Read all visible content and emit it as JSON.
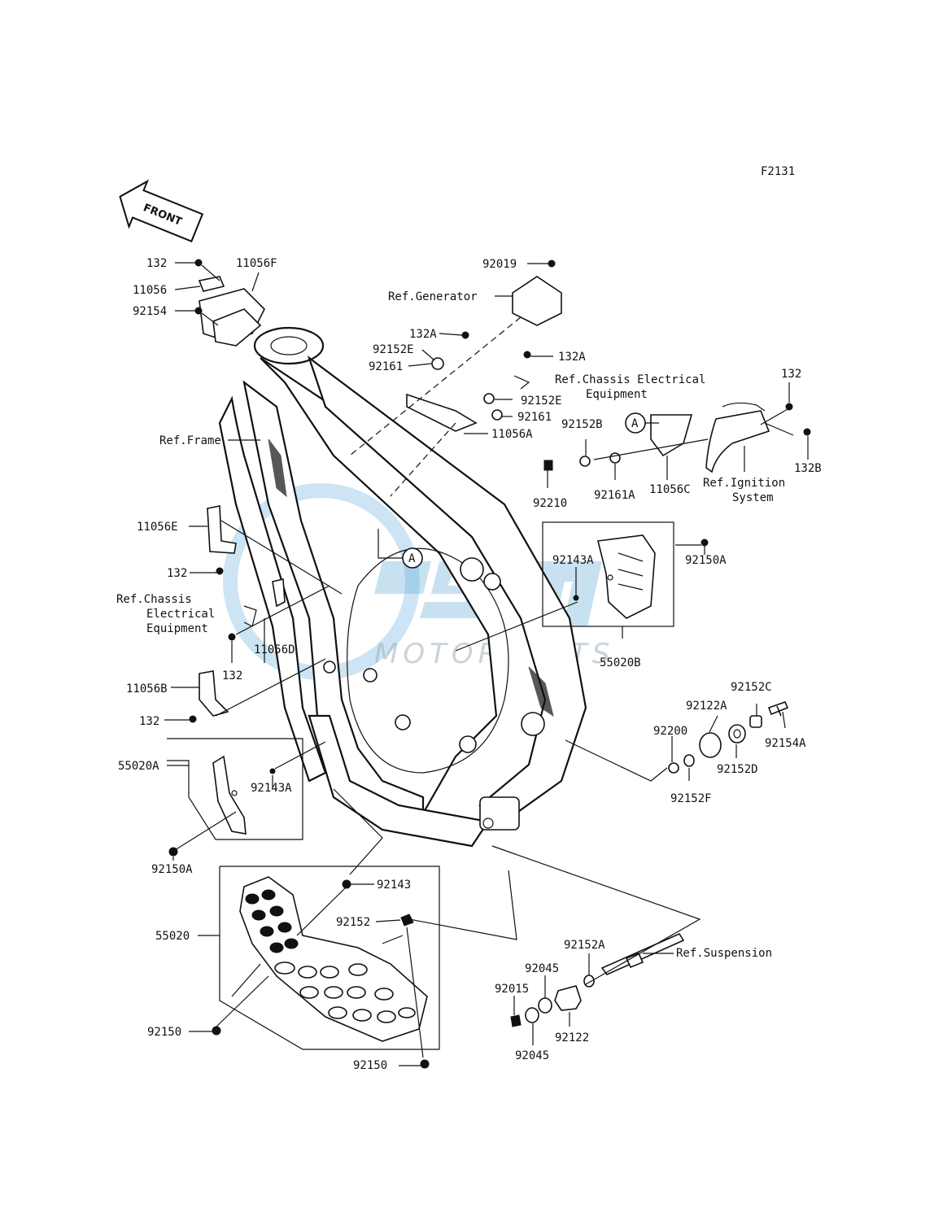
{
  "diagram": {
    "figure_code": "F2131",
    "front_arrow": "FRONT",
    "watermark": {
      "brand": "CMS",
      "sub": "MOTORPARTS"
    },
    "callouts": {
      "c132_a": "132",
      "c11056F": "11056F",
      "c11056": "11056",
      "c92154": "92154",
      "c92019": "92019",
      "ref_generator": "Ref.Generator",
      "c132A_a": "132A",
      "c92152E_a": "92152E",
      "c132A_b": "132A",
      "c92161_a": "92161",
      "ref_chassis_1a": "Ref.Chassis Electrical",
      "ref_chassis_1b": "Equipment",
      "c92152E_b": "92152E",
      "c92161_b": "92161",
      "c11056A": "11056A",
      "ref_frame": "Ref.Frame",
      "c132_b": "132",
      "c92152B": "92152B",
      "c132B": "132B",
      "circleA_1": "A",
      "c92210": "92210",
      "c92161A": "92161A",
      "c11056C": "11056C",
      "ref_ignition_a": "Ref.Ignition",
      "ref_ignition_b": "System",
      "c11056E": "11056E",
      "c92150A_a": "92150A",
      "c92143A_a": "92143A",
      "circleA_2": "A",
      "c132_c": "132",
      "ref_chassis_2a": "Ref.Chassis",
      "ref_chassis_2b": "Electrical",
      "ref_chassis_2c": "Equipment",
      "c11056D": "11056D",
      "c132_d": "132",
      "c55020B": "55020B",
      "c11056B": "11056B",
      "c92152C": "92152C",
      "c92122A": "92122A",
      "c132_e": "132",
      "c92200": "92200",
      "c92154A": "92154A",
      "c55020A": "55020A",
      "c92152D": "92152D",
      "c92143A_b": "92143A",
      "c92152F": "92152F",
      "c92150A_b": "92150A",
      "c92143": "92143",
      "c92152": "92152",
      "c55020": "55020",
      "c92152A": "92152A",
      "ref_suspension": "Ref.Suspension",
      "c92045_a": "92045",
      "c92015": "92015",
      "c92150_a": "92150",
      "c92122": "92122",
      "c92045_b": "92045",
      "c92150_b": "92150"
    }
  }
}
